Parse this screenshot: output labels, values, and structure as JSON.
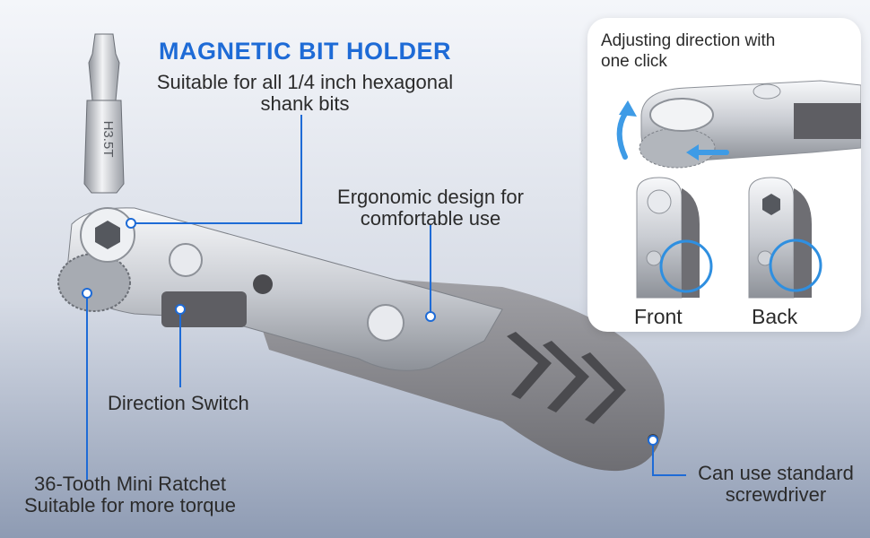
{
  "title": "MAGNETIC BIT HOLDER",
  "callouts": {
    "bit_holder_desc_line1": "Suitable for all 1/4 inch hexagonal",
    "bit_holder_desc_line2": "shank bits",
    "ergonomic_line1": "Ergonomic design for",
    "ergonomic_line2": "comfortable use",
    "direction_switch": "Direction Switch",
    "ratchet_line1": "36-Tooth Mini Ratchet",
    "ratchet_line2": "Suitable for more torque",
    "screwdriver_line1": "Can use standard",
    "screwdriver_line2": "screwdriver"
  },
  "inset": {
    "caption_line1": "Adjusting direction with",
    "caption_line2": "one click",
    "front_label": "Front",
    "back_label": "Back"
  },
  "bit_marking": "H3.5T",
  "colors": {
    "accent_blue": "#1e6bd6",
    "handle_gray": "#8a8a8f",
    "steel": "#d9dce1"
  }
}
